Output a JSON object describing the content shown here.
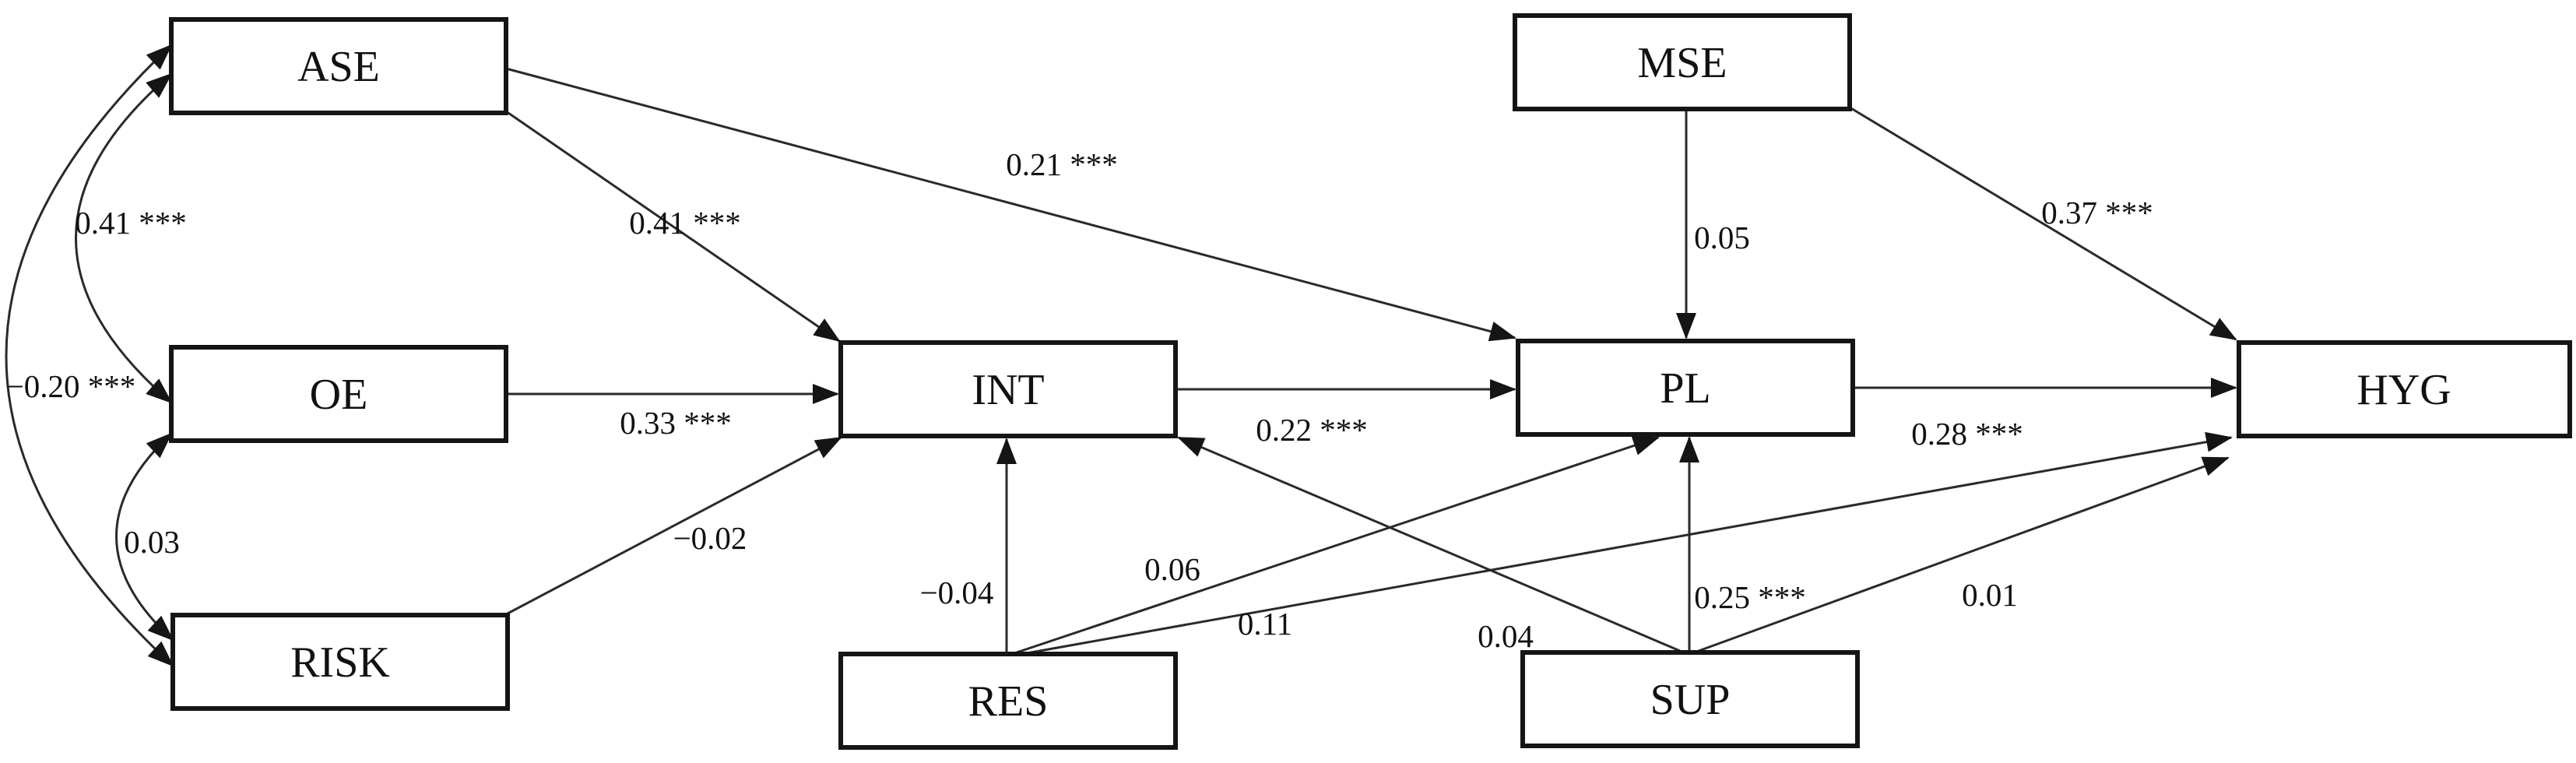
{
  "diagram": {
    "type": "structural-equation-model-path-diagram",
    "colors": {
      "background": "#ffffff",
      "line": "#2a2a2a",
      "box_border": "#151515",
      "text": "#111111"
    },
    "nodes": [
      {
        "id": "ASE",
        "label": "ASE"
      },
      {
        "id": "OE",
        "label": "OE"
      },
      {
        "id": "RISK",
        "label": "RISK"
      },
      {
        "id": "INT",
        "label": "INT"
      },
      {
        "id": "RES",
        "label": "RES"
      },
      {
        "id": "MSE",
        "label": "MSE"
      },
      {
        "id": "PL",
        "label": "PL"
      },
      {
        "id": "SUP",
        "label": "SUP"
      },
      {
        "id": "HYG",
        "label": "HYG"
      }
    ],
    "paths": [
      {
        "from": "ASE",
        "to": "INT",
        "value": "0.41",
        "sig": "***",
        "label": "0.41 ***"
      },
      {
        "from": "ASE",
        "to": "PL",
        "value": "0.21",
        "sig": "***",
        "label": "0.21 ***"
      },
      {
        "from": "OE",
        "to": "INT",
        "value": "0.33",
        "sig": "***",
        "label": "0.33 ***"
      },
      {
        "from": "RISK",
        "to": "INT",
        "value": "−0.02",
        "sig": "",
        "label": "−0.02"
      },
      {
        "from": "MSE",
        "to": "PL",
        "value": "0.05",
        "sig": "",
        "label": "0.05"
      },
      {
        "from": "MSE",
        "to": "HYG",
        "value": "0.37",
        "sig": "***",
        "label": "0.37 ***"
      },
      {
        "from": "INT",
        "to": "PL",
        "value": "0.22",
        "sig": "***",
        "label": "0.22 ***"
      },
      {
        "from": "PL",
        "to": "HYG",
        "value": "0.28",
        "sig": "***",
        "label": "0.28 ***"
      },
      {
        "from": "RES",
        "to": "INT",
        "value": "−0.04",
        "sig": "",
        "label": "−0.04"
      },
      {
        "from": "RES",
        "to": "PL",
        "value": "0.06",
        "sig": "",
        "label": "0.06"
      },
      {
        "from": "RES",
        "to": "HYG",
        "value": "0.11",
        "sig": "",
        "label": "0.11"
      },
      {
        "from": "SUP",
        "to": "INT",
        "value": "0.04",
        "sig": "",
        "label": "0.04"
      },
      {
        "from": "SUP",
        "to": "PL",
        "value": "0.25",
        "sig": "***",
        "label": "0.25 ***"
      },
      {
        "from": "SUP",
        "to": "HYG",
        "value": "0.01",
        "sig": "",
        "label": "0.01"
      }
    ],
    "correlations": [
      {
        "between": [
          "ASE",
          "OE"
        ],
        "value": "0.41",
        "sig": "***",
        "label": "0.41 ***"
      },
      {
        "between": [
          "ASE",
          "RISK"
        ],
        "value": "−0.20",
        "sig": "***",
        "label": "−0.20 ***"
      },
      {
        "between": [
          "OE",
          "RISK"
        ],
        "value": "0.03",
        "sig": "",
        "label": "0.03"
      }
    ]
  }
}
